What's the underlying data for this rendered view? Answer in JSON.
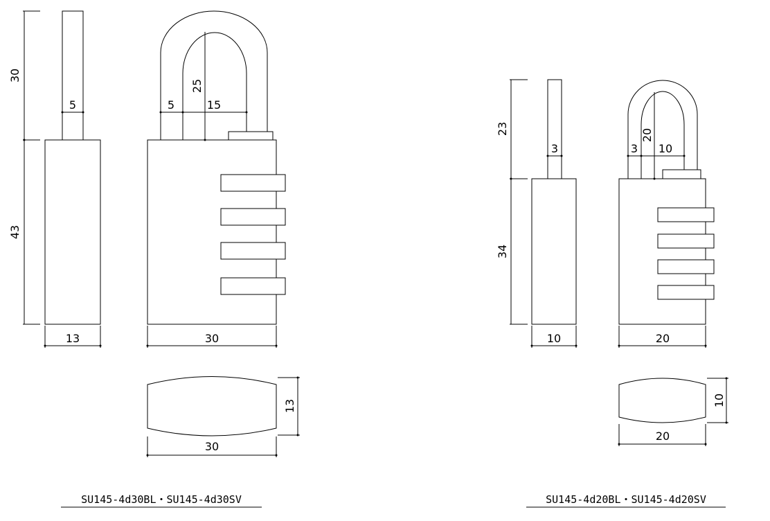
{
  "left": {
    "side_view": {
      "shackle_height": "30",
      "body_height": "43",
      "shackle_width": "5",
      "body_width": "13"
    },
    "front_view": {
      "shackle_thickness": "5",
      "shackle_height": "25",
      "inner_width": "15",
      "body_width": "30"
    },
    "bottom_view": {
      "width": "30",
      "depth": "13"
    },
    "model_caption": "SU145-4d30BL・SU145-4d30SV"
  },
  "right": {
    "side_view": {
      "shackle_height": "23",
      "body_height": "34",
      "shackle_width": "3",
      "body_width": "10"
    },
    "front_view": {
      "shackle_thickness": "3",
      "shackle_height": "20",
      "inner_width": "10",
      "body_width": "20"
    },
    "bottom_view": {
      "width": "20",
      "depth": "10"
    },
    "model_caption": "SU145-4d20BL・SU145-4d20SV"
  }
}
